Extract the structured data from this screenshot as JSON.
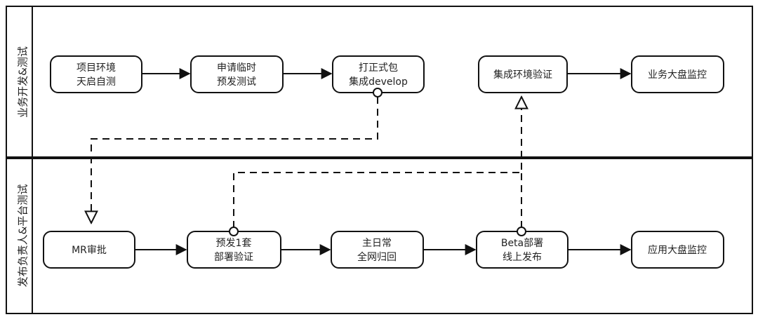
{
  "lanes": [
    {
      "label": "业务开发&测试"
    },
    {
      "label": "发布负责人&平台测试"
    }
  ],
  "nodes": {
    "n1": {
      "lines": [
        "项目环境",
        "天启自测"
      ]
    },
    "n2": {
      "lines": [
        "申请临时",
        "预发测试"
      ]
    },
    "n3": {
      "lines": [
        "打正式包",
        "集成develop"
      ]
    },
    "n4": {
      "lines": [
        "集成环境验证"
      ]
    },
    "n5": {
      "lines": [
        "业务大盘监控"
      ]
    },
    "m1": {
      "lines": [
        "MR审批"
      ]
    },
    "m2": {
      "lines": [
        "预发1套",
        "部署验证"
      ]
    },
    "m3": {
      "lines": [
        "主日常",
        "全网归回"
      ]
    },
    "m4": {
      "lines": [
        "Beta部署",
        "线上发布"
      ]
    },
    "m5": {
      "lines": [
        "应用大盘监控"
      ]
    }
  },
  "colors": {
    "stroke": "#111111",
    "fill": "#ffffff",
    "text": "#222222"
  }
}
